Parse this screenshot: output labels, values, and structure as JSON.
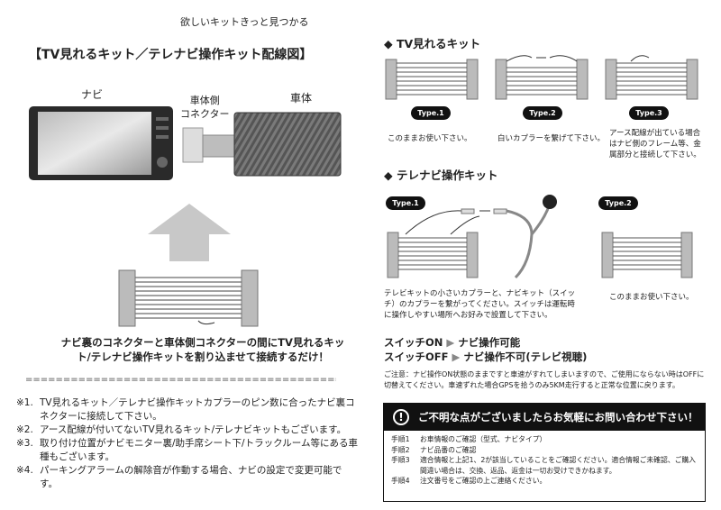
{
  "tagline": "欲しいキットきっと見つかる",
  "title": "【TV見れるキット／テレナビ操作キット配線図】",
  "labels": {
    "navi": "ナビ",
    "connector": [
      "車体側",
      "コネクター"
    ],
    "car": "車体"
  },
  "caption": "ナビ裏のコネクターと車体側コネクターの間にTV見れるキット/テレナビ操作キットを割り込ませて接続するだけ！",
  "divider": "================================================================",
  "notes": [
    {
      "num": "※1.",
      "text": "TV見れるキット／テレナビ操作キットカプラーのピン数に合ったナビ裏コネクターに接続して下さい。"
    },
    {
      "num": "※2.",
      "text": "アース配線が付いてないTV見れるキット/テレナビキットもございます。"
    },
    {
      "num": "※3.",
      "text": "取り付け位置がナビモニター裏/助手席シート下/トラックルーム等にある車種もございます。"
    },
    {
      "num": "※4.",
      "text": "パーキングアラームの解除音が作動する場合、ナビの設定で変更可能です。"
    }
  ],
  "tv_kit": {
    "heading": "◆ TV見れるキット",
    "types": [
      {
        "badge": "Type.1",
        "desc": "このままお使い下さい。"
      },
      {
        "badge": "Type.2",
        "desc": "白いカプラーを繋げて下さい。"
      },
      {
        "badge": "Type.3",
        "desc": "アース配線が出ている場合はナビ側のフレーム等、金属部分と接続して下さい。"
      }
    ]
  },
  "telenavi_kit": {
    "heading": "◆ テレナビ操作キット",
    "types": [
      {
        "badge": "Type.1",
        "desc": "テレビキットの小さいカプラーと、ナビキット（スイッチ）のカプラーを繋がってください。スイッチは運転時に操作しやすい場所へお好みで設置して下さい。"
      },
      {
        "badge": "Type.2",
        "desc": "このままお使い下さい。"
      }
    ]
  },
  "switch": {
    "on_label": "スイッチON",
    "on_text": "ナビ操作可能",
    "off_label": "スイッチOFF",
    "off_text": "ナビ操作不可(テレビ視聴)",
    "arrow": "▶"
  },
  "warning": "ご注意：ナビ操作ON状態のままですと車速がすれてしまいますので、ご使用にならない時はOFFに切替えてください。車速ずれた場合GPSを拾うのみ5KM走行すると正常な位置に戻ります。",
  "contact": {
    "icon": "!",
    "heading": "ご不明な点がございましたらお気軽にお問い合わせ下さい！",
    "steps": [
      {
        "key": "手順1",
        "text": "お車情報のご確認（型式、ナビタイプ）"
      },
      {
        "key": "手順2",
        "text": "ナビ品番のご確認"
      },
      {
        "key": "手順3",
        "text": "適合情報と上記1、2が該当していることをご確認ください。適合情報ご未確認、ご購入間違い場合は、交換、返品、返金は一切お受けできかねます。"
      },
      {
        "key": "手順4",
        "text": "注文番号をご確認の上ご連絡ください。"
      }
    ]
  },
  "colors": {
    "badge_bg": "#111111",
    "panel_dark": "#111111",
    "arrow_gray": "#c8c8c8"
  }
}
